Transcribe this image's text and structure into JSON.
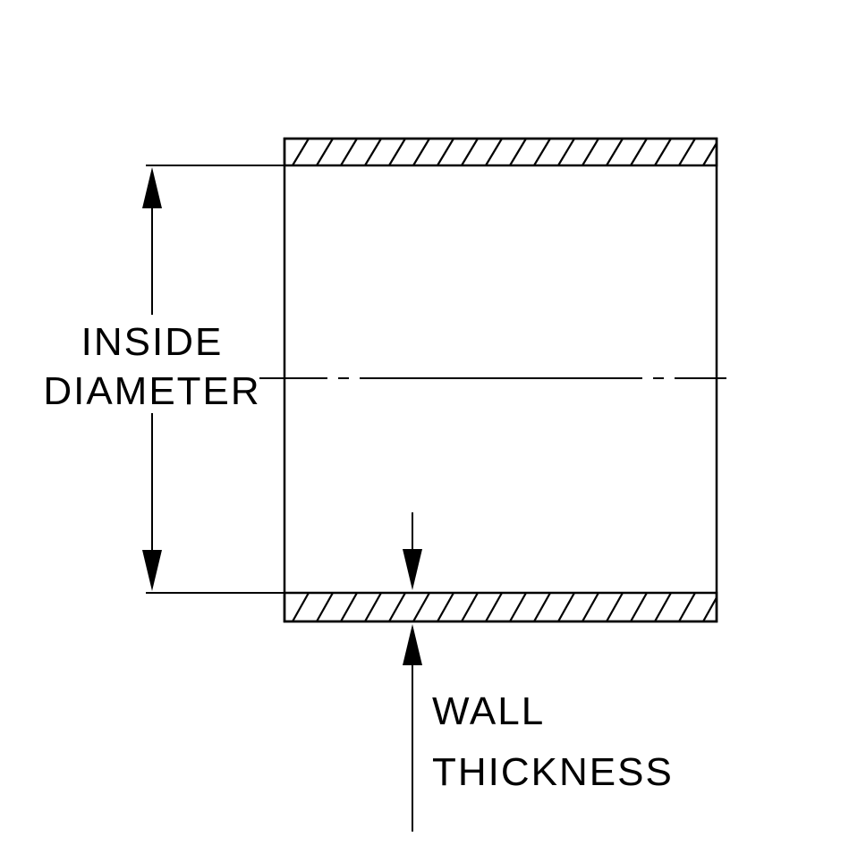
{
  "diagram": {
    "inside_diameter": {
      "line1": "INSIDE",
      "line2": "DIAMETER"
    },
    "wall_thickness": {
      "line1": "WALL",
      "line2": "THICKNESS"
    },
    "colors": {
      "line": "#000000",
      "background": "#ffffff"
    }
  }
}
